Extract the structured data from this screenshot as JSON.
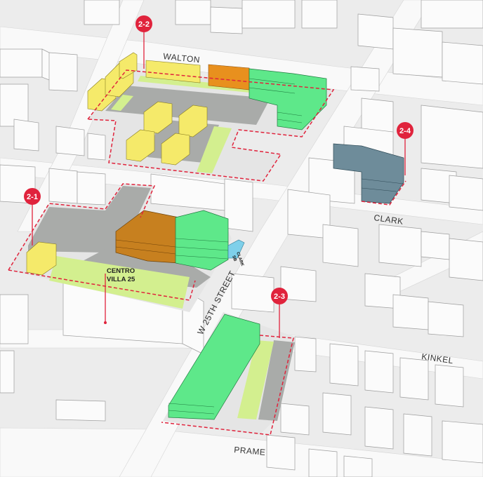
{
  "streets": {
    "walton": "WALTON",
    "clark": "CLARK",
    "kinkel": "KINKEL",
    "prame": "PRAME",
    "w25th": "W 25TH STREET"
  },
  "annotation": {
    "line1": "CENTRO",
    "line2": "VILLA 25"
  },
  "small_label": {
    "line1": "CLARK",
    "line2": "SB"
  },
  "callouts": [
    {
      "id": "2-2",
      "label": "2-2"
    },
    {
      "id": "2-4",
      "label": "2-4"
    },
    {
      "id": "2-1",
      "label": "2-1"
    },
    {
      "id": "2-3",
      "label": "2-3"
    }
  ],
  "colors": {
    "background": "#ececec",
    "road": "#f8f8f8",
    "building_white": "#fbfbfb",
    "building_outline": "#9a9a9a",
    "parking": "#a9aba9",
    "green_space": "#d3ef8f",
    "yellow_building": "#f5ea6a",
    "orange_building": "#e8901e",
    "brown_building": "#c7801f",
    "green_building": "#5ee88a",
    "slate_building": "#6e8c9a",
    "callout": "#e0233c",
    "dashed_outline": "#e0233c"
  }
}
